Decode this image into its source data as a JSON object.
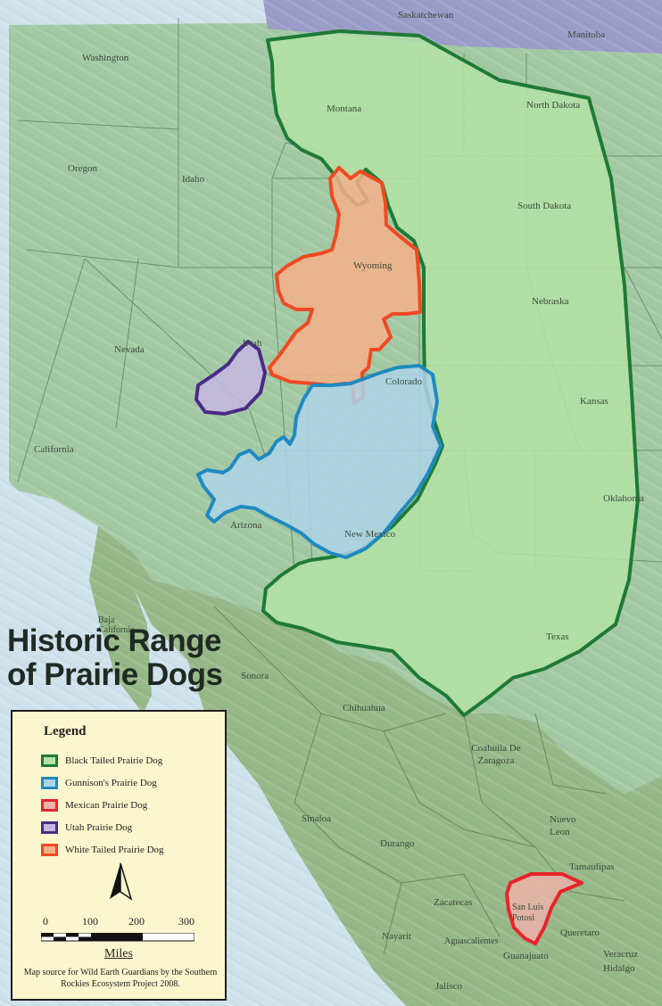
{
  "title": {
    "line1": "Historic Range",
    "line2": "of Prairie Dogs"
  },
  "places": {
    "saskatchewan": "Saskatchewan",
    "manitoba": "Manitoba",
    "washington": "Washington",
    "oregon": "Oregon",
    "idaho": "Idaho",
    "montana": "Montana",
    "north_dakota": "North Dakota",
    "south_dakota": "South Dakota",
    "wyoming": "Wyoming",
    "nevada": "Nevada",
    "utah": "Utah",
    "nebraska": "Nebraska",
    "colorado": "Colorado",
    "kansas": "Kansas",
    "california": "California",
    "oklahoma": "Oklahoma",
    "arizona": "Arizona",
    "new_mexico": "New Mexico",
    "texas": "Texas",
    "baja": "Baja California",
    "sonora": "Sonora",
    "chihuahua": "Chihuahua",
    "coahuila": "Coahuila De Zaragoza",
    "nuevo_leon": "Nuevo Leon",
    "sinaloa": "Sinaloa",
    "durango": "Durango",
    "tamaulipas": "Tamaulipas",
    "zacatecas": "Zacatecas",
    "san_luis": "San Luis Potosi",
    "nayarit": "Nayarit",
    "aguascalientes": "Aguascalientes",
    "queretaro": "Queretaro",
    "guanajuato": "Guanajuato",
    "jalisco": "Jalisco",
    "veracruz": "Veracruz",
    "hidalgo": "Hidalgo"
  },
  "legend": {
    "heading": "Legend",
    "items": [
      {
        "label": "Black Tailed Prairie Dog",
        "color": "#1e7a35",
        "fill": "#b4e2a5"
      },
      {
        "label": "Gunnison's Prairie Dog",
        "color": "#1f8ac0",
        "fill": "#aed3e9"
      },
      {
        "label": "Mexican Prairie Dog",
        "color": "#e8242a",
        "fill": "#eab2a9"
      },
      {
        "label": "Utah Prairie Dog",
        "color": "#4a2a86",
        "fill": "#c6b6e2"
      },
      {
        "label": "White Tailed Prairie Dog",
        "color": "#ef4a22",
        "fill": "#f4b08a"
      }
    ]
  },
  "scale": {
    "ticks": [
      "0",
      "100",
      "200",
      "300"
    ],
    "unit": "Miles"
  },
  "credit": "Map source for Wild Earth Guardians by the Southern Rockies Ecosystem Project 2008.",
  "colors": {
    "us_land": "#a3c9a4",
    "mexico_land": "#97b888",
    "canada": "#9b9cc8",
    "water": "#cfe2ec"
  }
}
